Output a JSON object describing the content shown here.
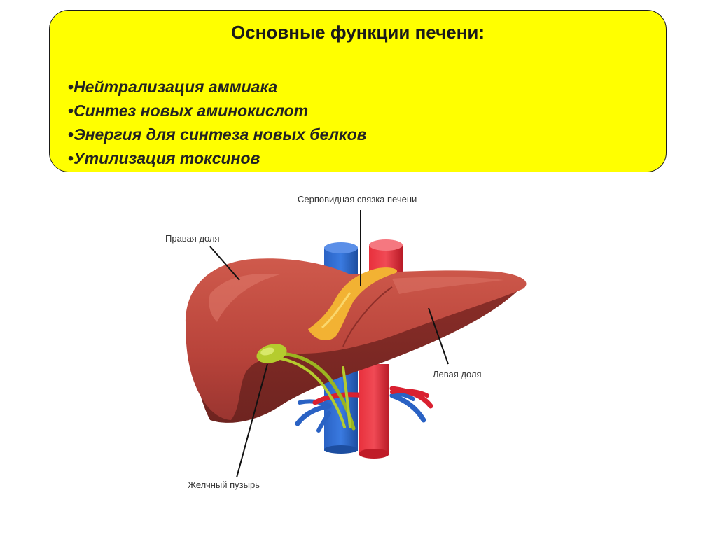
{
  "info_box": {
    "title": "Основные функции печени:",
    "items": [
      "Нейтрализация аммиака",
      "Синтез новых аминокислот",
      "Энергия для синтеза новых белков",
      "Утилизация токсинов"
    ],
    "bullet": "•",
    "background": "#ffff00"
  },
  "diagram": {
    "labels": {
      "falciform_ligament": "Серповидная связка печени",
      "right_lobe": "Правая доля",
      "left_lobe": "Левая доля",
      "gallbladder": "Желчный пузырь"
    },
    "colors": {
      "liver": "#b8433a",
      "liver_shadow": "#8e2f2a",
      "ligament": "#f2b233",
      "gallbladder": "#b5cc2e",
      "artery": "#d92030",
      "vein": "#2a62c4"
    }
  }
}
